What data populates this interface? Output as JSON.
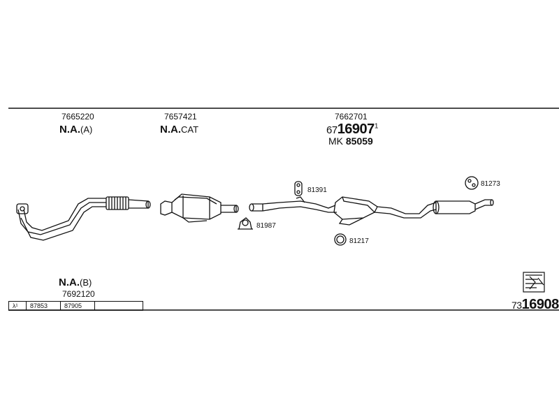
{
  "assembly": {
    "top_part_no": "7662701",
    "main_number_prefix": "67",
    "main_number": "16907",
    "main_number_sup": "1",
    "mk_prefix": "MK",
    "mk_number": "85059"
  },
  "downpipe": {
    "part_no": "7665220",
    "na_label": "N.A.",
    "na_suffix": "(A)"
  },
  "catalyst": {
    "part_no": "7657421",
    "na_label": "N.A.",
    "na_suffix": "CAT"
  },
  "variant_b": {
    "na_label": "N.A.",
    "na_suffix": "(B)",
    "part_no": "7692120"
  },
  "fittings": {
    "clamp": "81987",
    "hanger_front": "81391",
    "ring": "81217",
    "hanger_rear": "81273"
  },
  "code_table": {
    "lambda": "λ¹",
    "codes": [
      "87853",
      "87905"
    ]
  },
  "diagram_number": {
    "prefix": "73",
    "number": "16908"
  },
  "icons": {
    "catalog": "catalog-icon"
  }
}
